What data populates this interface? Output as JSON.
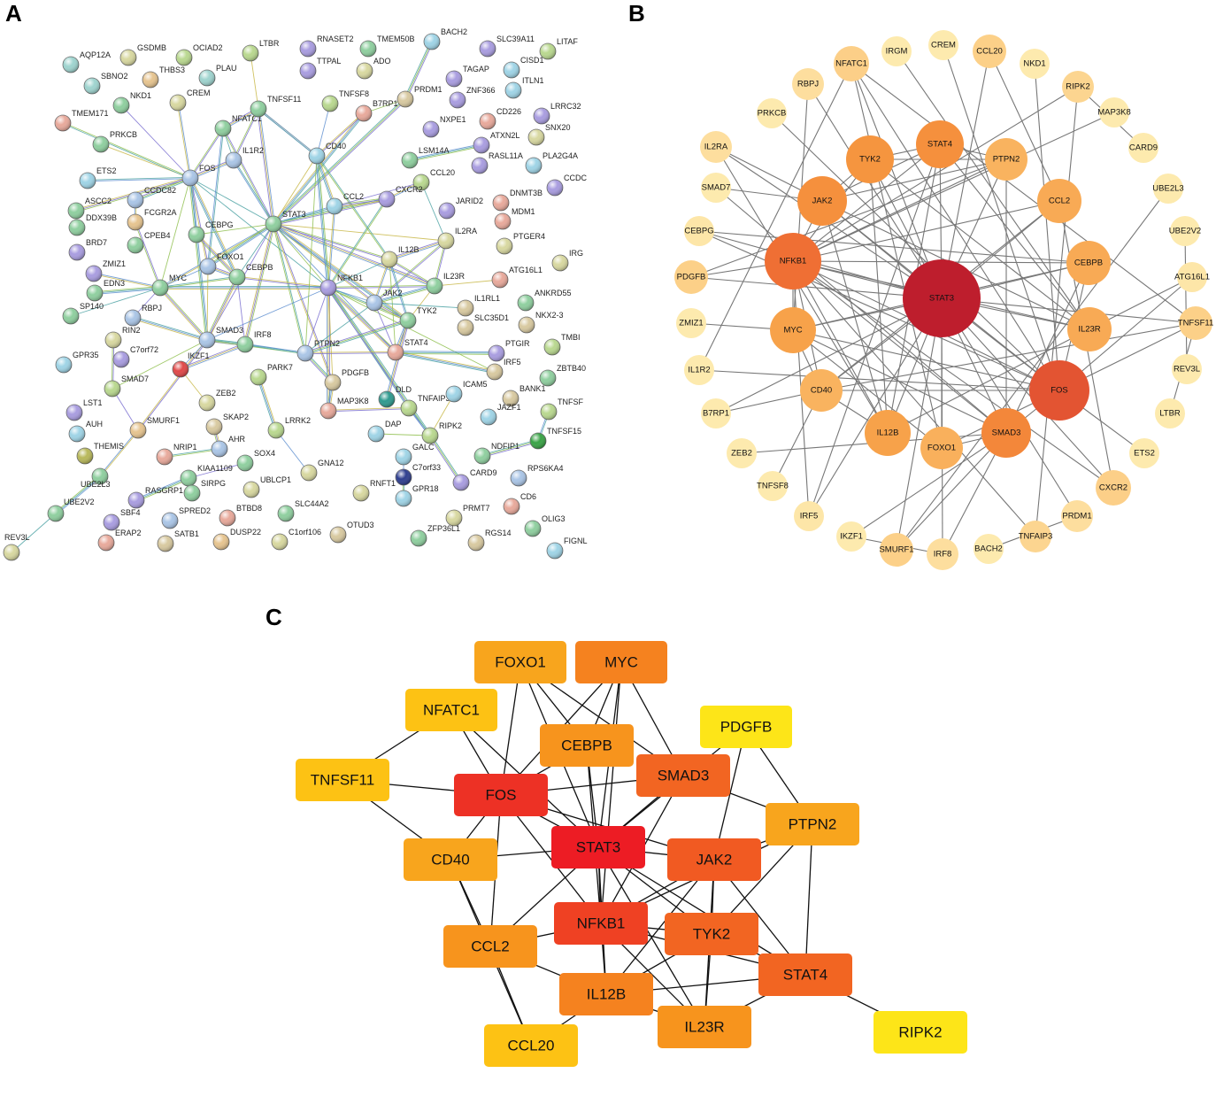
{
  "panels": {
    "a": "A",
    "b": "B",
    "c": "C"
  },
  "colors": {
    "a_palette": [
      "#9fd4cf",
      "#b9d88f",
      "#aac5e6",
      "#a99de0",
      "#e8a99b",
      "#d8c9a0",
      "#8fcf9f",
      "#c7b2e4",
      "#e6c48f",
      "#9cb8e8"
    ],
    "b_edge": "#777777",
    "c_edge": "#111111"
  },
  "panel_a": {
    "nodes": [
      {
        "id": "AQP12A",
        "c": "#9fd4cf"
      },
      {
        "id": "GSDMB",
        "c": "#d8d8a0"
      },
      {
        "id": "OCIAD2",
        "c": "#b9d88f"
      },
      {
        "id": "LTBR",
        "c": "#b9d88f"
      },
      {
        "id": "RNASET2",
        "c": "#a99de0"
      },
      {
        "id": "TMEM50B",
        "c": "#8fcf9f"
      },
      {
        "id": "BACH2",
        "c": "#9fd4e6"
      },
      {
        "id": "SLC39A11",
        "c": "#a99de0"
      },
      {
        "id": "LITAF",
        "c": "#b9d88f"
      },
      {
        "id": "SBNO2",
        "c": "#9fd4cf"
      },
      {
        "id": "THBS3",
        "c": "#e6c48f"
      },
      {
        "id": "PLAU",
        "c": "#9fd4cf"
      },
      {
        "id": "TTPAL",
        "c": "#a99de0"
      },
      {
        "id": "ADO",
        "c": "#d8d8a0"
      },
      {
        "id": "TAGAP",
        "c": "#a99de0"
      },
      {
        "id": "CISD1",
        "c": "#9fd4e6"
      },
      {
        "id": "PRDM1",
        "c": "#d8c9a0"
      },
      {
        "id": "ZNF366",
        "c": "#a99de0"
      },
      {
        "id": "ITLN1",
        "c": "#9fd4e6"
      },
      {
        "id": "NKD1",
        "c": "#8fcf9f"
      },
      {
        "id": "CREM",
        "c": "#d8d8a0"
      },
      {
        "id": "TMEM171",
        "c": "#e8a99b"
      },
      {
        "id": "NFATC1",
        "c": "#8fcf9f"
      },
      {
        "id": "TNFSF11",
        "c": "#8fcf9f"
      },
      {
        "id": "TNFSF8",
        "c": "#b9d88f"
      },
      {
        "id": "B7RP1",
        "c": "#e8a99b"
      },
      {
        "id": "NXPE1",
        "c": "#a99de0"
      },
      {
        "id": "CD226",
        "c": "#e8a99b"
      },
      {
        "id": "LRRC32",
        "c": "#a99de0"
      },
      {
        "id": "PRKCB",
        "c": "#8fcf9f"
      },
      {
        "id": "IL1R2",
        "c": "#aac5e6"
      },
      {
        "id": "CD40",
        "c": "#9fd4e6"
      },
      {
        "id": "LSM14A",
        "c": "#8fcf9f"
      },
      {
        "id": "ATXN2L",
        "c": "#a99de0"
      },
      {
        "id": "SNX20",
        "c": "#d8d8a0"
      },
      {
        "id": "ETS2",
        "c": "#9fd4e6"
      },
      {
        "id": "FOS",
        "c": "#aac5e6"
      },
      {
        "id": "CCL20",
        "c": "#b9d88f"
      },
      {
        "id": "RASL11A",
        "c": "#a99de0"
      },
      {
        "id": "PLA2G4A",
        "c": "#9fd4e6"
      },
      {
        "id": "CCDC82",
        "c": "#aac5e6"
      },
      {
        "id": "ASCC2",
        "c": "#8fcf9f"
      },
      {
        "id": "DNMT3B",
        "c": "#e8a99b"
      },
      {
        "id": "CCDC",
        "c": "#a99de0"
      },
      {
        "id": "DDX39B",
        "c": "#8fcf9f"
      },
      {
        "id": "FCGR2A",
        "c": "#e6c48f"
      },
      {
        "id": "CCL2",
        "c": "#9fd4e6"
      },
      {
        "id": "CXCR2",
        "c": "#a99de0"
      },
      {
        "id": "STAT3",
        "c": "#8fcf9f"
      },
      {
        "id": "JARID2",
        "c": "#a99de0"
      },
      {
        "id": "MDM1",
        "c": "#e8a99b"
      },
      {
        "id": "BRD7",
        "c": "#a99de0"
      },
      {
        "id": "CEBPG",
        "c": "#8fcf9f"
      },
      {
        "id": "CPEB4",
        "c": "#8fcf9f"
      },
      {
        "id": "IL2RA",
        "c": "#d8d8a0"
      },
      {
        "id": "PTGER4",
        "c": "#d8d8a0"
      },
      {
        "id": "ZMIZ1",
        "c": "#a99de0"
      },
      {
        "id": "FOXO1",
        "c": "#aac5e6"
      },
      {
        "id": "IL12B",
        "c": "#d8d8a0"
      },
      {
        "id": "IRG",
        "c": "#d8d8a0"
      },
      {
        "id": "ATG16L1",
        "c": "#e8a99b"
      },
      {
        "id": "EDN3",
        "c": "#8fcf9f"
      },
      {
        "id": "MYC",
        "c": "#8fcf9f"
      },
      {
        "id": "CEBPB",
        "c": "#8fcf9f"
      },
      {
        "id": "NFKB1",
        "c": "#a99de0"
      },
      {
        "id": "IL23R",
        "c": "#8fcf9f"
      },
      {
        "id": "ANKRD55",
        "c": "#8fcf9f"
      },
      {
        "id": "SP140",
        "c": "#8fcf9f"
      },
      {
        "id": "JAK2",
        "c": "#aac5e6"
      },
      {
        "id": "IL1RL1",
        "c": "#d8c9a0"
      },
      {
        "id": "NKX2-3",
        "c": "#d8c9a0"
      },
      {
        "id": "RBPJ",
        "c": "#aac5e6"
      },
      {
        "id": "TYK2",
        "c": "#8fcf9f"
      },
      {
        "id": "SLC35D1",
        "c": "#d8c9a0"
      },
      {
        "id": "RIN2",
        "c": "#d8d8a0"
      },
      {
        "id": "SMAD3",
        "c": "#aac5e6"
      },
      {
        "id": "IRF8",
        "c": "#8fcf9f"
      },
      {
        "id": "PTPN2",
        "c": "#aac5e6"
      },
      {
        "id": "STAT4",
        "c": "#e8a99b"
      },
      {
        "id": "PTGIR",
        "c": "#a99de0"
      },
      {
        "id": "TMBI",
        "c": "#b9d88f"
      },
      {
        "id": "C7orf72",
        "c": "#a99de0"
      },
      {
        "id": "GPR35",
        "c": "#9fd4e6"
      },
      {
        "id": "IKZF1",
        "c": "#e04848"
      },
      {
        "id": "PARK7",
        "c": "#b9d88f"
      },
      {
        "id": "IRF5",
        "c": "#d8c9a0"
      },
      {
        "id": "ZBTB40",
        "c": "#8fcf9f"
      },
      {
        "id": "SMAD7",
        "c": "#b9d88f"
      },
      {
        "id": "PDGFB",
        "c": "#d8c9a0"
      },
      {
        "id": "MAP3K8",
        "c": "#e8a99b"
      },
      {
        "id": "LST1",
        "c": "#a99de0"
      },
      {
        "id": "ZEB2",
        "c": "#d8d8a0"
      },
      {
        "id": "DLD",
        "c": "#2f9a8f"
      },
      {
        "id": "TNFAIP3",
        "c": "#b9d88f"
      },
      {
        "id": "ICAM5",
        "c": "#9fd4e6"
      },
      {
        "id": "BANK1",
        "c": "#d8c9a0"
      },
      {
        "id": "AUH",
        "c": "#9fd4e6"
      },
      {
        "id": "SKAP2",
        "c": "#d8c9a0"
      },
      {
        "id": "LRRK2",
        "c": "#b9d88f"
      },
      {
        "id": "JAZF1",
        "c": "#9fd4e6"
      },
      {
        "id": "TNFSF",
        "c": "#b9d88f"
      },
      {
        "id": "SMURF1",
        "c": "#e6c48f"
      },
      {
        "id": "AHR",
        "c": "#aac5e6"
      },
      {
        "id": "RIPK2",
        "c": "#b9d88f"
      },
      {
        "id": "TNFSF15",
        "c": "#3aa346"
      },
      {
        "id": "THEMIS",
        "c": "#b8b85a"
      },
      {
        "id": "NRIP1",
        "c": "#e8a99b"
      },
      {
        "id": "SOX4",
        "c": "#8fcf9f"
      },
      {
        "id": "GNA12",
        "c": "#d8d8a0"
      },
      {
        "id": "DAP",
        "c": "#9fd4e6"
      },
      {
        "id": "NDFIP1",
        "c": "#8fcf9f"
      },
      {
        "id": "KIAA1109",
        "c": "#8fcf9f"
      },
      {
        "id": "UBLCP1",
        "c": "#d8d8a0"
      },
      {
        "id": "GALC",
        "c": "#9fd4e6"
      },
      {
        "id": "RPS6KA4",
        "c": "#aac5e6"
      },
      {
        "id": "UBE2L3",
        "c": "#8fcf9f"
      },
      {
        "id": "RASGRP1",
        "c": "#a99de0"
      },
      {
        "id": "SIRPG",
        "c": "#8fcf9f"
      },
      {
        "id": "C7orf33",
        "c": "#2f3f8f"
      },
      {
        "id": "CARD9",
        "c": "#a99de0"
      },
      {
        "id": "RNFT1",
        "c": "#d8d8a0"
      },
      {
        "id": "CD6",
        "c": "#e8a99b"
      },
      {
        "id": "SBF4",
        "c": "#a99de0"
      },
      {
        "id": "SPRED2",
        "c": "#aac5e6"
      },
      {
        "id": "BTBD8",
        "c": "#e8a99b"
      },
      {
        "id": "SLC44A2",
        "c": "#8fcf9f"
      },
      {
        "id": "GPR18",
        "c": "#9fd4e6"
      },
      {
        "id": "PRMT7",
        "c": "#d8d8a0"
      },
      {
        "id": "OLIG3",
        "c": "#8fcf9f"
      },
      {
        "id": "UBE2V2",
        "c": "#8fcf9f"
      },
      {
        "id": "ERAP2",
        "c": "#e8a99b"
      },
      {
        "id": "SATB1",
        "c": "#d8c9a0"
      },
      {
        "id": "DUSP22",
        "c": "#e6c48f"
      },
      {
        "id": "C1orf106",
        "c": "#d8d8a0"
      },
      {
        "id": "OTUD3",
        "c": "#d8c9a0"
      },
      {
        "id": "ZFP36L1",
        "c": "#8fcf9f"
      },
      {
        "id": "RGS14",
        "c": "#d8c9a0"
      },
      {
        "id": "FIGNL",
        "c": "#9fd4e6"
      },
      {
        "id": "REV3L",
        "c": "#d8d8a0"
      }
    ]
  },
  "panel_b": {
    "nodes": [
      {
        "id": "STAT3",
        "col": "#be1e2d",
        "r": 44
      },
      {
        "id": "FOS",
        "col": "#e35432",
        "r": 34
      },
      {
        "id": "NFKB1",
        "col": "#ef6f34",
        "r": 32
      },
      {
        "id": "SMAD3",
        "col": "#f3873a",
        "r": 28
      },
      {
        "id": "JAK2",
        "col": "#f5903d",
        "r": 28
      },
      {
        "id": "STAT4",
        "col": "#f5903d",
        "r": 27
      },
      {
        "id": "TYK2",
        "col": "#f5953f",
        "r": 27
      },
      {
        "id": "MYC",
        "col": "#f7a24a",
        "r": 26
      },
      {
        "id": "IL12B",
        "col": "#f7a24a",
        "r": 26
      },
      {
        "id": "CEBPB",
        "col": "#f8aa55",
        "r": 25
      },
      {
        "id": "IL23R",
        "col": "#f8aa55",
        "r": 25
      },
      {
        "id": "CCL2",
        "col": "#f8aa55",
        "r": 25
      },
      {
        "id": "FOXO1",
        "col": "#f9b05c",
        "r": 24
      },
      {
        "id": "CD40",
        "col": "#f9b35f",
        "r": 24
      },
      {
        "id": "PTPN2",
        "col": "#f9b35f",
        "r": 24
      },
      {
        "id": "CXCR2",
        "col": "#fccf88",
        "r": 20
      },
      {
        "id": "NFATC1",
        "col": "#fccf88",
        "r": 20
      },
      {
        "id": "PDGFB",
        "col": "#fcd088",
        "r": 19
      },
      {
        "id": "CCL20",
        "col": "#fcd088",
        "r": 19
      },
      {
        "id": "SMURF1",
        "col": "#fcd088",
        "r": 19
      },
      {
        "id": "TNFSF11",
        "col": "#fcd088",
        "r": 19
      },
      {
        "id": "RIPK2",
        "col": "#fcd590",
        "r": 18
      },
      {
        "id": "TNFAIP3",
        "col": "#fcd590",
        "r": 18
      },
      {
        "id": "PRDM1",
        "col": "#fdde9e",
        "r": 18
      },
      {
        "id": "IL2RA",
        "col": "#fdde9e",
        "r": 18
      },
      {
        "id": "RBPJ",
        "col": "#fdde9e",
        "r": 18
      },
      {
        "id": "IRF8",
        "col": "#fdde9e",
        "r": 18
      },
      {
        "id": "ATG16L1",
        "col": "#fde6a8",
        "r": 17
      },
      {
        "id": "CEBPG",
        "col": "#fde6a8",
        "r": 17
      },
      {
        "id": "IRF5",
        "col": "#fde6a8",
        "r": 17
      },
      {
        "id": "IRGM",
        "col": "#fdeaae",
        "r": 17
      },
      {
        "id": "CREM",
        "col": "#fdeaae",
        "r": 17
      },
      {
        "id": "NKD1",
        "col": "#fdeaae",
        "r": 17
      },
      {
        "id": "MAP3K8",
        "col": "#fdeaae",
        "r": 17
      },
      {
        "id": "CARD9",
        "col": "#fdeaae",
        "r": 17
      },
      {
        "id": "UBE2L3",
        "col": "#fdeaae",
        "r": 17
      },
      {
        "id": "UBE2V2",
        "col": "#fdeaae",
        "r": 17
      },
      {
        "id": "REV3L",
        "col": "#fdeaae",
        "r": 17
      },
      {
        "id": "LTBR",
        "col": "#fdeaae",
        "r": 17
      },
      {
        "id": "ETS2",
        "col": "#fdeaae",
        "r": 17
      },
      {
        "id": "BACH2",
        "col": "#fdeaae",
        "r": 17
      },
      {
        "id": "IKZF1",
        "col": "#fdeaae",
        "r": 17
      },
      {
        "id": "TNFSF8",
        "col": "#fdeaae",
        "r": 17
      },
      {
        "id": "ZEB2",
        "col": "#fdeaae",
        "r": 17
      },
      {
        "id": "B7RP1",
        "col": "#fdeaae",
        "r": 17
      },
      {
        "id": "IL1R2",
        "col": "#fdeaae",
        "r": 17
      },
      {
        "id": "ZMIZ1",
        "col": "#fdeaae",
        "r": 17
      },
      {
        "id": "SMAD7",
        "col": "#fdeaae",
        "r": 17
      },
      {
        "id": "PRKCB",
        "col": "#fdeaae",
        "r": 17
      }
    ]
  },
  "panel_c": {
    "nodes": [
      {
        "id": "FOXO1",
        "col": "#f8a51d"
      },
      {
        "id": "MYC",
        "col": "#f5821f"
      },
      {
        "id": "NFATC1",
        "col": "#fdc214"
      },
      {
        "id": "PDGFB",
        "col": "#fde518"
      },
      {
        "id": "CEBPB",
        "col": "#f7941d"
      },
      {
        "id": "SMAD3",
        "col": "#f26522"
      },
      {
        "id": "TNFSF11",
        "col": "#fdc214"
      },
      {
        "id": "FOS",
        "col": "#ed3125"
      },
      {
        "id": "PTPN2",
        "col": "#f8a51d"
      },
      {
        "id": "CD40",
        "col": "#f8a51d"
      },
      {
        "id": "STAT3",
        "col": "#ed1c24"
      },
      {
        "id": "JAK2",
        "col": "#f15a22"
      },
      {
        "id": "NFKB1",
        "col": "#ef4123"
      },
      {
        "id": "TYK2",
        "col": "#f26522"
      },
      {
        "id": "CCL2",
        "col": "#f7941d"
      },
      {
        "id": "STAT4",
        "col": "#f26522"
      },
      {
        "id": "IL12B",
        "col": "#f5821f"
      },
      {
        "id": "IL23R",
        "col": "#f7941d"
      },
      {
        "id": "CCL20",
        "col": "#fdc214"
      },
      {
        "id": "RIPK2",
        "col": "#fde518"
      }
    ]
  }
}
